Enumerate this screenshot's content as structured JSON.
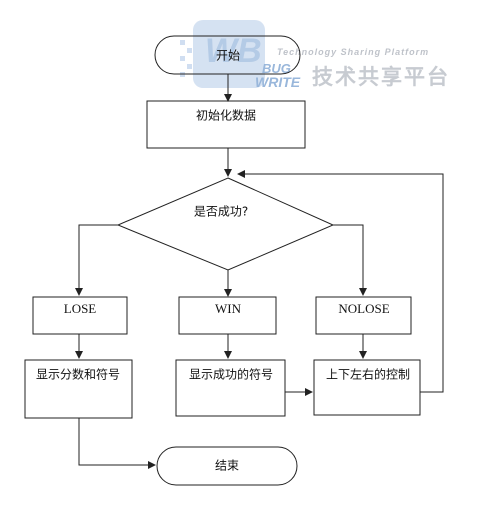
{
  "watermark": {
    "logo_main": "WB",
    "logo_sub1": "BUG",
    "logo_sub2": "WRITE",
    "tagline": "Technology Sharing Platform",
    "title_cn": "技术共享平台"
  },
  "nodes": {
    "start": "开始",
    "init": "初始化数据",
    "decision": "是否成功?",
    "lose": "LOSE",
    "win": "WIN",
    "nolose": "NOLOSE",
    "show_score": "显示分数和符号",
    "show_success": "显示成功的符号",
    "control": "上下左右的控制",
    "end": "结束"
  },
  "colors": {
    "stroke": "#222222",
    "watermark_blue": "#9ab8de",
    "watermark_gray": "#c2c6cd"
  }
}
